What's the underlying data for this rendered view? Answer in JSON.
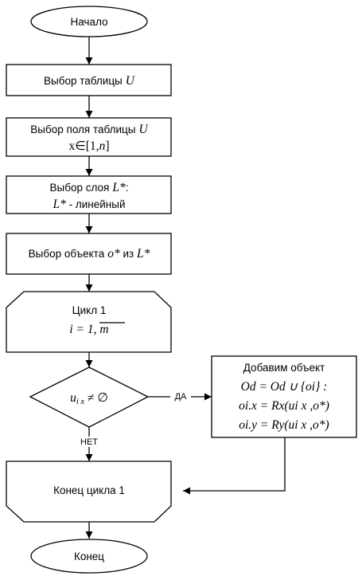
{
  "start": {
    "label": "Начало"
  },
  "select_table": {
    "label": "Выбор таблицы",
    "var": "U"
  },
  "select_field": {
    "label": "Выбор поля таблицы",
    "var": "U",
    "range_prefix": "x∈[1,",
    "range_var": "n",
    "range_suffix": "]"
  },
  "select_layer": {
    "label": "Выбор слоя",
    "var": "L*",
    "colon": ":",
    "line2_var": "L*",
    "line2_text": " - линейный"
  },
  "select_object": {
    "label": "Выбор объекта",
    "var1": "o*",
    "mid": " из ",
    "var2": "L*"
  },
  "loop_start": {
    "label": "Цикл 1",
    "counter_prefix": "i = ",
    "counter_range": "1, m"
  },
  "condition": {
    "u": "u",
    "sub": "i x",
    "rest": "≠ ∅"
  },
  "yes_label": "ДА",
  "no_label": "НЕТ",
  "add_object": {
    "title": "Добавим объект",
    "line1": "Od = Od ∪ {oi} :",
    "line2": "oi.x = Rx(ui x ,o*)",
    "line3": "oi.y = Ry(ui x ,o*)"
  },
  "loop_end": {
    "label": "Конец цикла 1"
  },
  "end": {
    "label": "Конец"
  }
}
